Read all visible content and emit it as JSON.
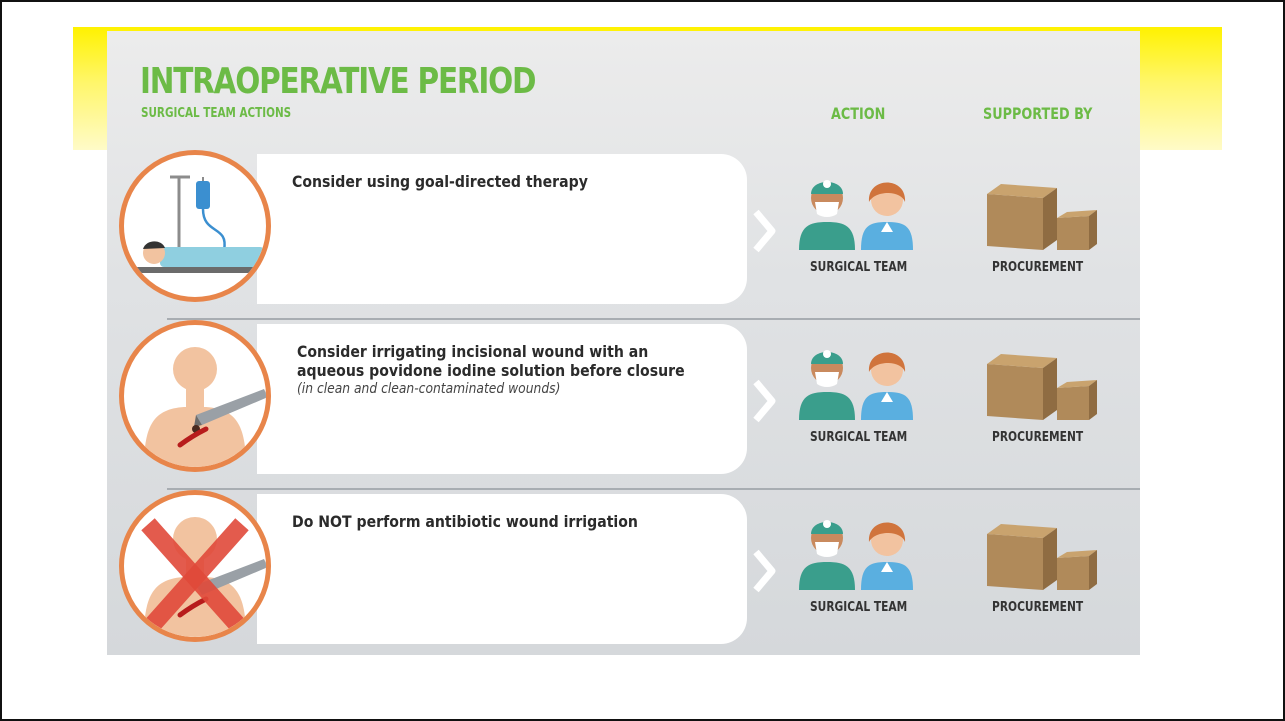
{
  "header": {
    "title": "INTRAOPERATIVE PERIOD",
    "subtitle": "SURGICAL TEAM ACTIONS",
    "col_action": "ACTION",
    "col_supported": "SUPPORTED BY"
  },
  "rows": [
    {
      "text": "Consider using goal-directed therapy",
      "note": "",
      "icon": "iv-drip-patient-icon",
      "action": "SURGICAL TEAM",
      "supported_by": "PROCUREMENT"
    },
    {
      "text": "Consider irrigating incisional wound with an aqueous povidone iodine solution before closure",
      "note": "(in clean and clean-contaminated wounds)",
      "icon": "wound-irrigation-icon",
      "action": "SURGICAL TEAM",
      "supported_by": "PROCUREMENT"
    },
    {
      "text": "Do NOT perform antibiotic wound irrigation",
      "note": "",
      "icon": "no-antibiotic-irrigation-icon",
      "action": "SURGICAL TEAM",
      "supported_by": "PROCUREMENT"
    }
  ],
  "colors": {
    "title_green": "#6cbb46",
    "circle_orange": "#e8854a",
    "highlight_yellow": "#fff200",
    "scrub_teal": "#3a9e8c",
    "box_brown": "#b08a5a",
    "cross_red": "#e04a3a"
  }
}
